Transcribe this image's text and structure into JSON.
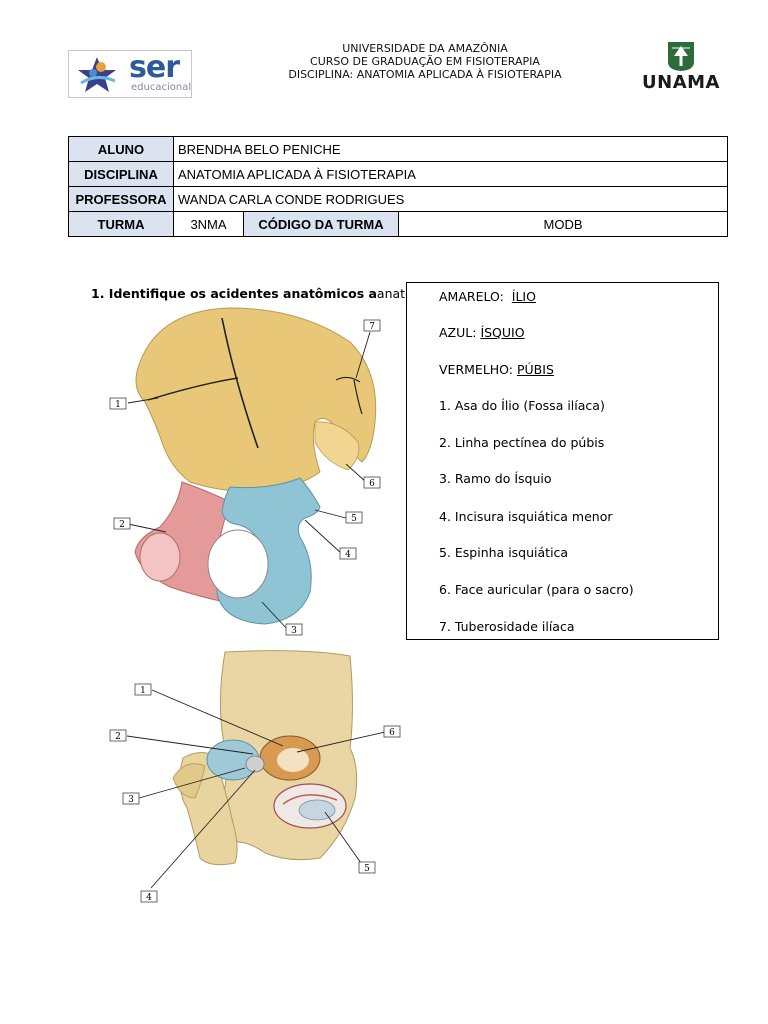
{
  "header": {
    "line1": "UNIVERSIDADE DA AMAZÔNIA",
    "line2": "CURSO DE GRADUAÇÃO EM FISIOTERAPIA",
    "line3": "DISCIPLINA: ANATOMIA APLICADA À FISIOTERAPIA"
  },
  "logo_left": {
    "word": "ser",
    "sub": "educacional",
    "color": "#2b5b98"
  },
  "logo_right": {
    "word": "UNAMA",
    "color": "#2e6b3a"
  },
  "info_table": {
    "aluno_label": "ALUNO",
    "aluno_value": "BRENDHA BELO PENICHE",
    "disciplina_label": "DISCIPLINA",
    "disciplina_value": "ANATOMIA APLICADA À FISIOTERAPIA",
    "professora_label": "PROFESSORA",
    "professora_value": "WANDA CARLA CONDE RODRIGUES",
    "turma_label": "TURMA",
    "turma_value": "3NMA",
    "codigo_label": "CÓDIGO DA TURMA",
    "codigo_value": "MODB",
    "label_bg": "#dbe3f1"
  },
  "question": {
    "bold": "1. Identifique os acidentes anatômicos a",
    "normal": "anatômico"
  },
  "legend": {
    "amarelo_label": "AMARELO:",
    "amarelo_value": "ÍLIO",
    "azul_label": "AZUL:",
    "azul_value": "ÍSQUIO",
    "vermelho_label": "VERMELHO:",
    "vermelho_value": "PÚBIS",
    "items": [
      "1.  Asa do Ílio (Fossa ilíaca)",
      "2. Linha pectínea do púbis",
      "3. Ramo do Ísquio",
      "4. Incisura isquiática menor",
      "5. Espinha isquiática",
      "6. Face auricular (para o sacro)",
      "7. Tuberosidade ilíaca"
    ]
  },
  "figure1_labels": [
    "1",
    "2",
    "3",
    "4",
    "5",
    "6",
    "7"
  ],
  "figure2_labels": [
    "1",
    "2",
    "3",
    "4",
    "5",
    "6"
  ],
  "colors": {
    "ilio": "#e8c878",
    "isquio": "#8fc4d4",
    "pubis": "#e59a9a"
  }
}
